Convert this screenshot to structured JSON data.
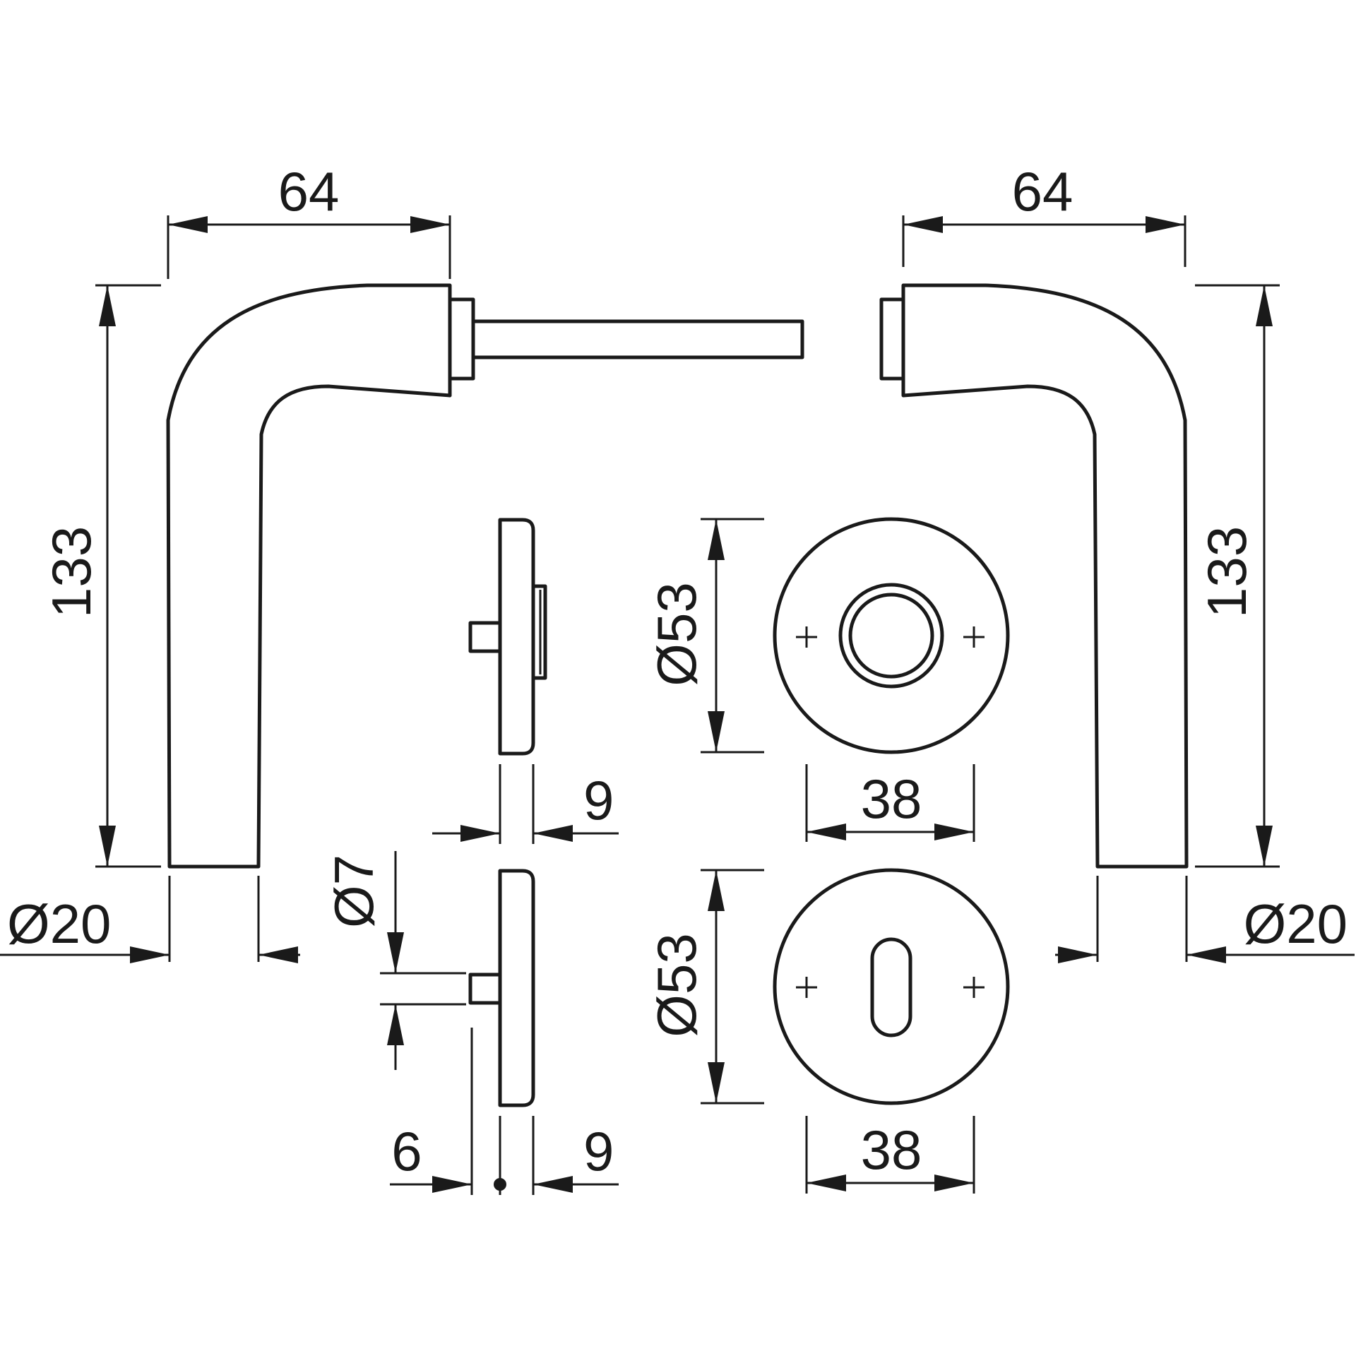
{
  "dimensions": {
    "lever_reach_left": "64",
    "lever_reach_right": "64",
    "lever_height_left": "133",
    "lever_height_right": "133",
    "grip_diameter_left": "Ø20",
    "grip_diameter_right": "Ø20",
    "rose_thickness_top": "9",
    "rose_thickness_bottom": "9",
    "spindle_offset": "6",
    "pin_diameter": "Ø7",
    "rose_diameter_top": "Ø53",
    "rose_diameter_bottom": "Ø53",
    "screw_spacing_top": "38",
    "screw_spacing_bottom": "38"
  },
  "colors": {
    "line": "#1a1a1a",
    "background": "#ffffff"
  }
}
